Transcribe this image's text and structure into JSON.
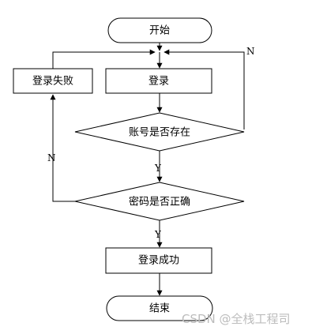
{
  "flowchart": {
    "start": "开始",
    "login": "登录",
    "login_failed": "登录失败",
    "account_exists": "账号是否存在",
    "password_correct": "密码是否正确",
    "login_success": "登录成功",
    "end": "结束",
    "label_no_account": "N",
    "label_yes_account": "Y",
    "label_no_password": "N",
    "label_yes_password": "Y"
  },
  "watermark": "CSDN @全栈工程司"
}
